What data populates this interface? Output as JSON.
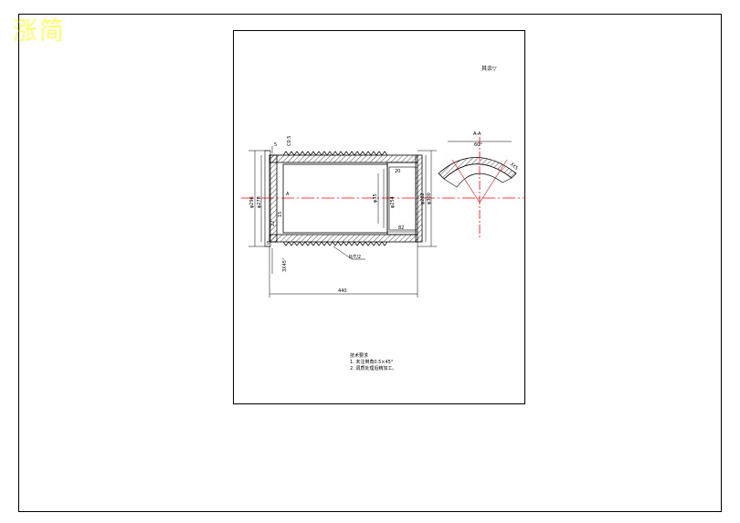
{
  "watermark": {
    "text": "涨简"
  },
  "drawing": {
    "roughness_note": "其余▽",
    "section_label": "A-A",
    "section_angle": "60°",
    "section_dim": "3X5",
    "dims": {
      "top_left_small": "5",
      "top_chamfer": "C0.5",
      "left_outer_dia": "φ296",
      "left_inner_dia": "φ278",
      "left_a": "A",
      "left_thickness": "15",
      "left_wall": "22",
      "bottom_chamfer": "3X45°",
      "bottom_left_small": "5",
      "right_groove_top": "20",
      "right_inner_small": "φ35",
      "right_inner_dia": "φ254",
      "right_outer_dia1": "φ282",
      "right_outer_dia2": "φ300",
      "right_length": "82",
      "thread": "R/T/2",
      "overall_length": "440"
    },
    "notes": {
      "title": "技术要求",
      "line1": "1. 未注倒角0.5×45°",
      "line2": "2. 调质处理后精加工。"
    }
  }
}
